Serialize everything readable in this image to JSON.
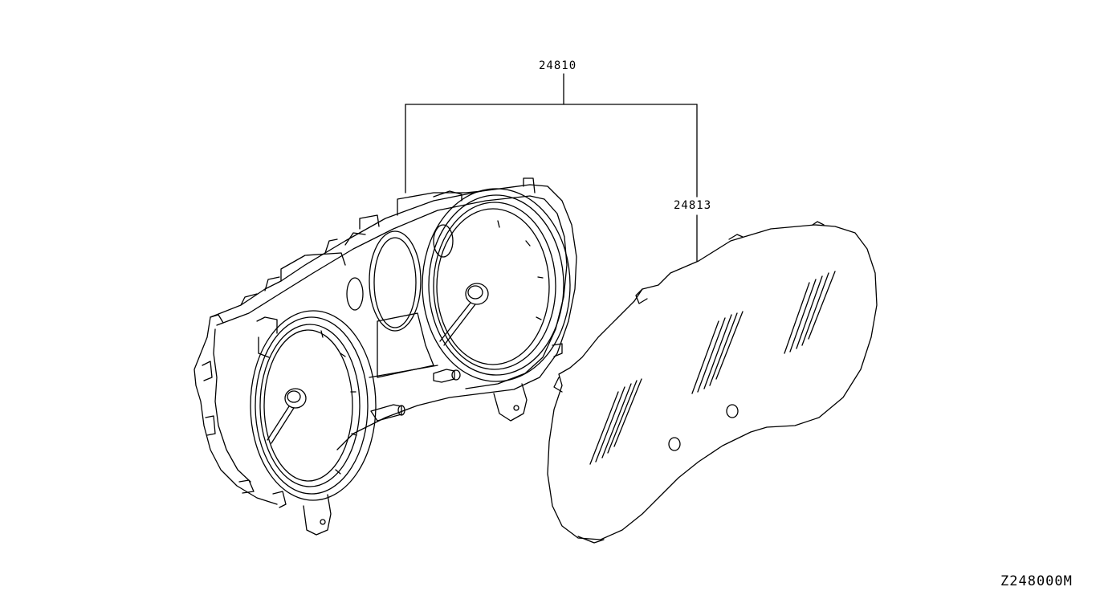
{
  "labels": {
    "assembly_part": "24810",
    "lens_part": "24813",
    "diagram_code": "Z248000M"
  }
}
